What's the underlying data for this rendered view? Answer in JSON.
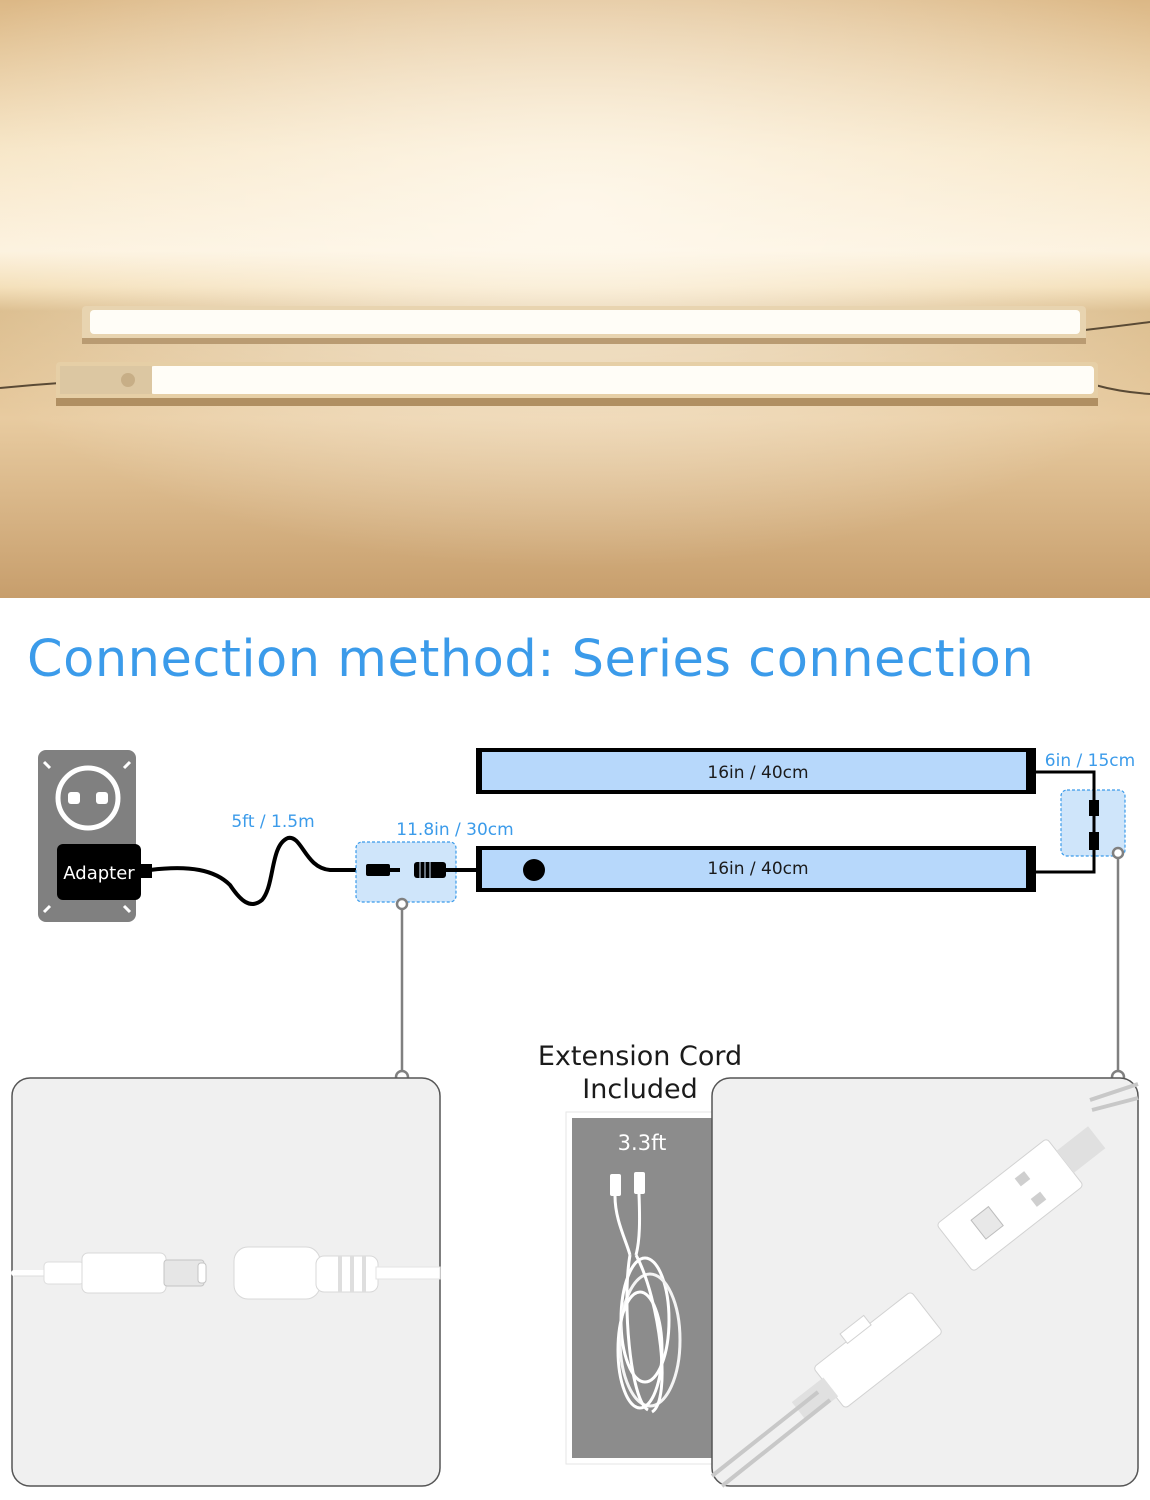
{
  "title": "Connection method: Series connection",
  "adapter": {
    "label": "Adapter",
    "icon": "outlet-icon"
  },
  "labels": {
    "adapter_cable": "5ft / 1.5m",
    "lead_cable": "11.8in / 30cm",
    "bar_top": "16in / 40cm",
    "bar_bottom": "16in / 40cm",
    "link_cable": "6in / 15cm",
    "extension_length": "3.3ft"
  },
  "extension": {
    "line1": "Extension Cord",
    "line2": "Included"
  },
  "colors": {
    "accent": "#3b9bea",
    "bar_fill": "#b7d8fb",
    "highlight_box": "#cfe5fa",
    "panel_bg": "#f0f0f0",
    "warm_light": "#f6dfb4"
  }
}
